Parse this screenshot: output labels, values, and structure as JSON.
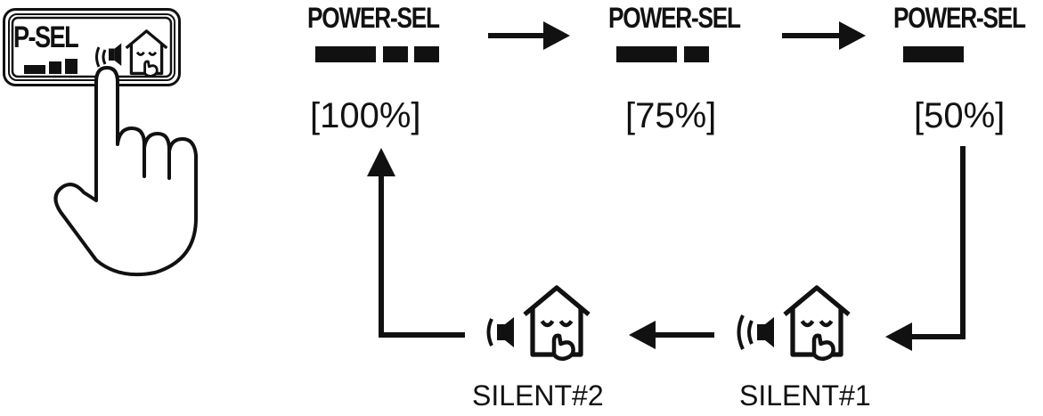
{
  "button": {
    "label": "P-SEL"
  },
  "modes": [
    {
      "title": "POWER-SEL",
      "percent": "[100%]",
      "level": 3
    },
    {
      "title": "POWER-SEL",
      "percent": "[75%]",
      "level": 2
    },
    {
      "title": "POWER-SEL",
      "percent": "[50%]",
      "level": 1
    }
  ],
  "silent_modes": [
    {
      "label": "SILENT#2"
    },
    {
      "label": "SILENT#1"
    }
  ]
}
